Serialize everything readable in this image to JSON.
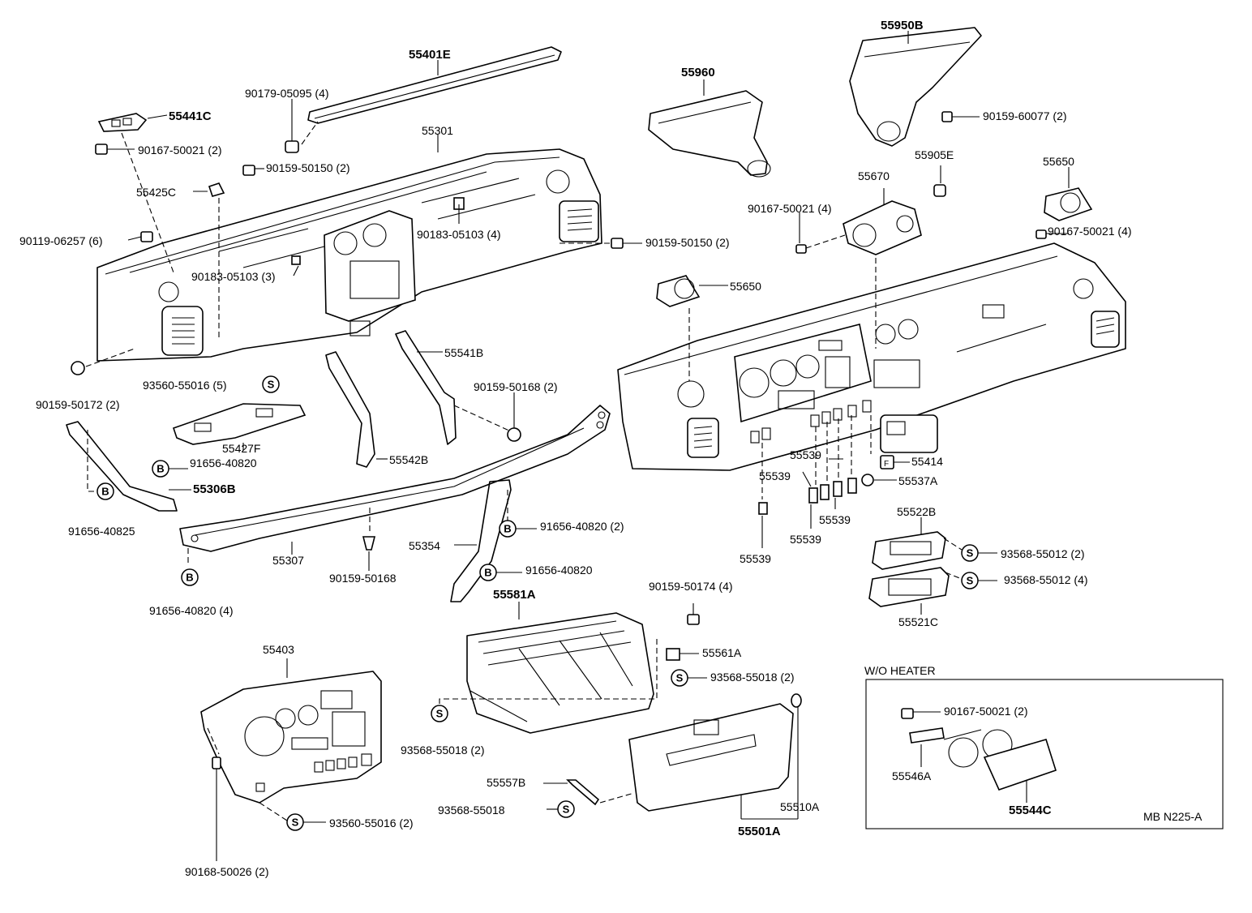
{
  "labels": {
    "p55401e": "55401E",
    "p90179": "90179-05095 (4)",
    "p55441c": "55441C",
    "p90167a": "90167-50021 (2)",
    "p55301": "55301",
    "p90159_150a": "90159-50150 (2)",
    "p55425c": "55425C",
    "p90119": "90119-06257 (6)",
    "p90183a": "90183-05103 (4)",
    "p90183b": "90183-05103 (3)",
    "p90159_150b": "90159-50150 (2)",
    "p55960": "55960",
    "p55950b": "55950B",
    "p90159_60077": "90159-60077 (2)",
    "p55905e": "55905E",
    "p55670": "55670",
    "p90167b": "90167-50021 (4)",
    "p55650a": "55650",
    "p90167c": "90167-50021 (4)",
    "p55650b": "55650",
    "p55541b": "55541B",
    "p93560a": "93560-55016 (5)",
    "p90159_172": "90159-50172 (2)",
    "p90159_168a": "90159-50168 (2)",
    "p55427f": "55427F",
    "p91656a": "91656-40820",
    "p55542b": "55542B",
    "p55306b": "55306B",
    "p91656_825": "91656-40825",
    "p55307": "55307",
    "p90159_168b": "90159-50168",
    "p91656b": "91656-40820 (2)",
    "p55354": "55354",
    "p91656c": "91656-40820",
    "p91656d": "91656-40820 (4)",
    "p55539a": "55539",
    "p55539b": "55539",
    "p55539c": "55539",
    "p55539d": "55539",
    "p55539e": "55539",
    "p55414": "55414",
    "p55537a": "55537A",
    "p55522b": "55522B",
    "p93568_012a": "93568-55012 (2)",
    "p93568_012b": "93568-55012 (4)",
    "p55521c": "55521C",
    "p55581a": "55581A",
    "p90159_174": "90159-50174 (4)",
    "p55561a": "55561A",
    "p93568_018a": "93568-55018 (2)",
    "p55403": "55403",
    "p93568_018b": "93568-55018 (2)",
    "p55557b": "55557B",
    "p93568_018c": "93568-55018",
    "p55510a": "55510A",
    "p55501a": "55501A",
    "p93560b": "93560-55016 (2)",
    "p90168": "90168-50026 (2)",
    "wo_heater": "W/O HEATER",
    "p90167d": "90167-50021 (2)",
    "p55546a": "55546A",
    "p55544c": "55544C",
    "ref_code": "MB N225-A"
  },
  "symbols": {
    "s": "S",
    "b": "B"
  }
}
